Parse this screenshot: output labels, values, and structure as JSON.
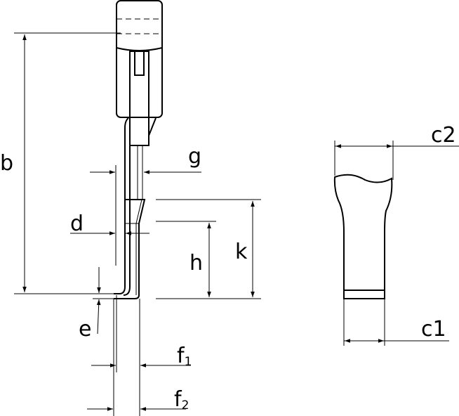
{
  "labels": {
    "b": "b",
    "g": "g",
    "d": "d",
    "h": "h",
    "k": "k",
    "e": "e",
    "f1": "f",
    "f1_sub": "1",
    "f2": "f",
    "f2_sub": "2",
    "c1": "c1",
    "c2": "c2"
  },
  "colors": {
    "line": "#000000",
    "background": "#ffffff"
  }
}
